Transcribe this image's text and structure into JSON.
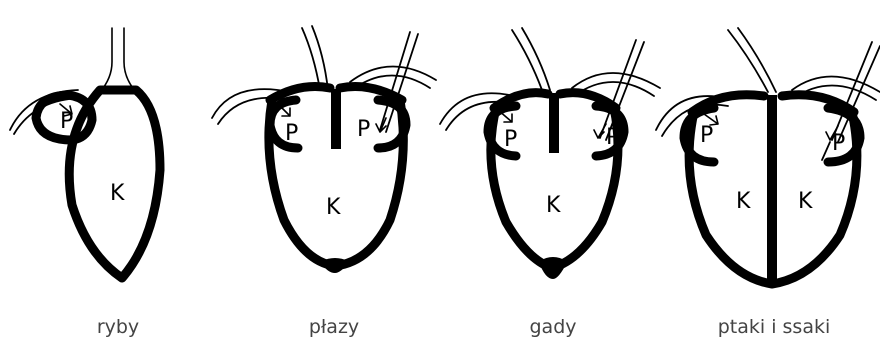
{
  "diagrams": [
    {
      "atrium_labels": [
        "P"
      ],
      "ventricle_labels": [
        "K"
      ],
      "caption": "ryby"
    },
    {
      "atrium_labels": [
        "P",
        "P"
      ],
      "ventricle_labels": [
        "K"
      ],
      "caption": "płazy"
    },
    {
      "atrium_labels": [
        "P",
        "P"
      ],
      "ventricle_labels": [
        "K"
      ],
      "caption": "gady"
    },
    {
      "atrium_labels": [
        "P",
        "P"
      ],
      "ventricle_labels": [
        "K",
        "K"
      ],
      "caption": "ptaki i ssaki"
    }
  ],
  "colors": {
    "ink": "#000000",
    "caption": "#444444",
    "background": "#ffffff"
  }
}
